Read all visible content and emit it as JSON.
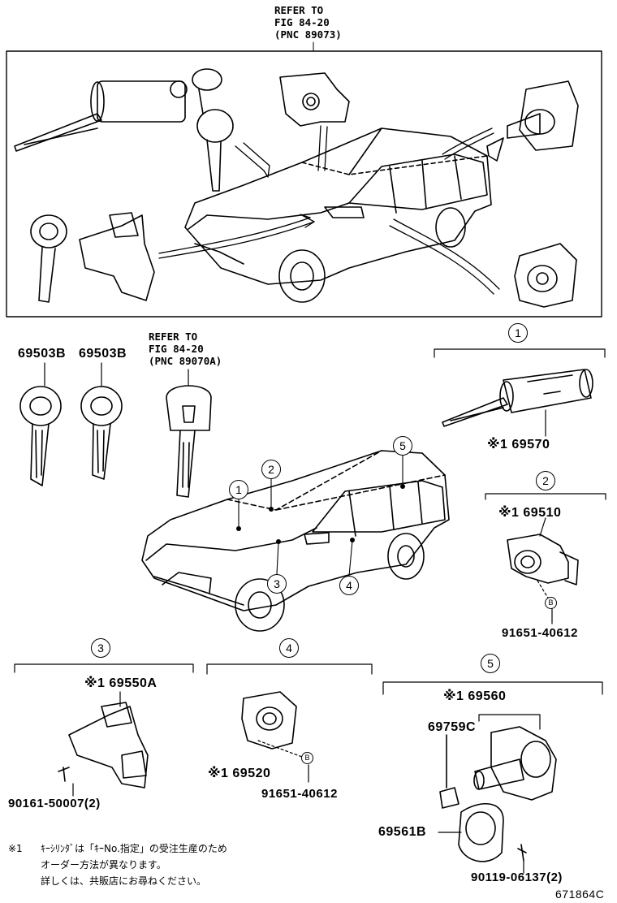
{
  "top_ref": {
    "line1": "REFER TO",
    "line2": "FIG 84-20",
    "line3": "(PNC 89073)"
  },
  "mid_ref": {
    "line1": "REFER TO",
    "line2": "FIG 84-20",
    "line3": "(PNC 89070A)"
  },
  "keys": {
    "key_left": "69503B",
    "key_mid": "69503B"
  },
  "groups": {
    "g1": {
      "num": "1",
      "part": "※1 69570"
    },
    "g2": {
      "num": "2",
      "part": "※1 69510",
      "bolt_tag": "B",
      "bolt": "91651-40612"
    },
    "g3": {
      "num": "3",
      "part": "※1 69550A",
      "screw": "90161-50007(2)"
    },
    "g4": {
      "num": "4",
      "part": "※1 69520",
      "bolt_tag": "B",
      "bolt": "91651-40612"
    },
    "g5": {
      "num": "5",
      "part": "※1 69560",
      "sub1": "69759C",
      "sub2": "69561B",
      "screw": "90119-06137(2)"
    }
  },
  "car_callouts": [
    "1",
    "2",
    "3",
    "4",
    "5"
  ],
  "footnote": {
    "mark": "※1",
    "line1": "ｷｰｼﾘﾝﾀﾞは「ｷｰNo.指定」の受注生産のため",
    "line2": "オーダー方法が異なります。",
    "line3": "詳しくは、共販店にお尋ねください。"
  },
  "figure_id": "671864C"
}
